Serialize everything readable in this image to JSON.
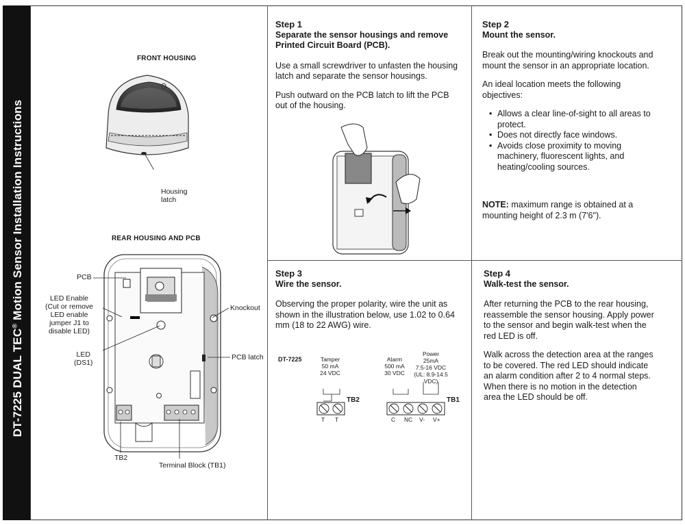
{
  "sidebar": {
    "title": "DT-7225  DUAL TEC",
    "reg": "®",
    "title_rest": " Motion Sensor Installation Instructions"
  },
  "figures": {
    "front_housing_label": "FRONT HOUSING",
    "housing_latch": "Housing\nlatch",
    "rear_housing_label": "REAR HOUSING AND PCB",
    "pcb": "PCB",
    "led_enable": "LED Enable\n(Cut or remove\nLED enable\njumper J1 to\ndisable LED)",
    "led_ds1": "LED\n(DS1)",
    "knockout": "Knockout",
    "pcb_latch": "PCB latch",
    "tb2": "TB2",
    "tb1_block": "Terminal Block (TB1)"
  },
  "step1": {
    "num": "Step 1",
    "title": "Separate the sensor housings and remove Printed Circuit Board (PCB).",
    "p1": "Use a small screwdriver to unfasten the housing latch and separate the sensor housings.",
    "p2": "Push outward on the PCB latch to lift the PCB out of the housing."
  },
  "step2": {
    "num": "Step 2",
    "title": "Mount the sensor.",
    "p1": "Break out the mounting/wiring knockouts and mount the sensor in an appropriate location.",
    "p2": "An ideal location meets the following objectives:",
    "bullets": [
      "Allows a clear line-of-sight to all areas to protect.",
      "Does not directly face windows.",
      "Avoids close proximity to moving machinery, fluorescent lights, and heating/cooling sources."
    ],
    "note_label": "NOTE:",
    "note": " maximum range is obtained at a mounting height of 2.3 m (7'6\")."
  },
  "step3": {
    "num": "Step 3",
    "title": "Wire the sensor.",
    "p1": "Observing the proper polarity, wire the unit as shown in the illustration below, use 1.02 to 0.64 mm (18 to 22 AWG) wire.",
    "wiring": {
      "model": "DT-7225",
      "tamper": "Tamper\n50 mA\n24 VDC",
      "alarm": "Alarm\n500 mA\n30 VDC",
      "power": "Power\n25mA\n7.5-16 VDC\n(UL: 8.9-14.5 VDC)",
      "tb2": "TB2",
      "tb1": "TB1",
      "tb2_terms": [
        "T",
        "T"
      ],
      "tb1_terms": [
        "C",
        "NC",
        "V-",
        "V+"
      ]
    }
  },
  "step4": {
    "num": "Step 4",
    "title": "Walk-test the sensor.",
    "p1": "After returning the PCB to the rear housing, reassemble the sensor housing. Apply power to the sensor and begin walk-test when the red LED is off.",
    "p2": "Walk across the detection area at the ranges to be covered. The red LED should indicate an alarm condition after 2 to 4 normal steps. When there is no motion in the detection area the LED should be off."
  }
}
